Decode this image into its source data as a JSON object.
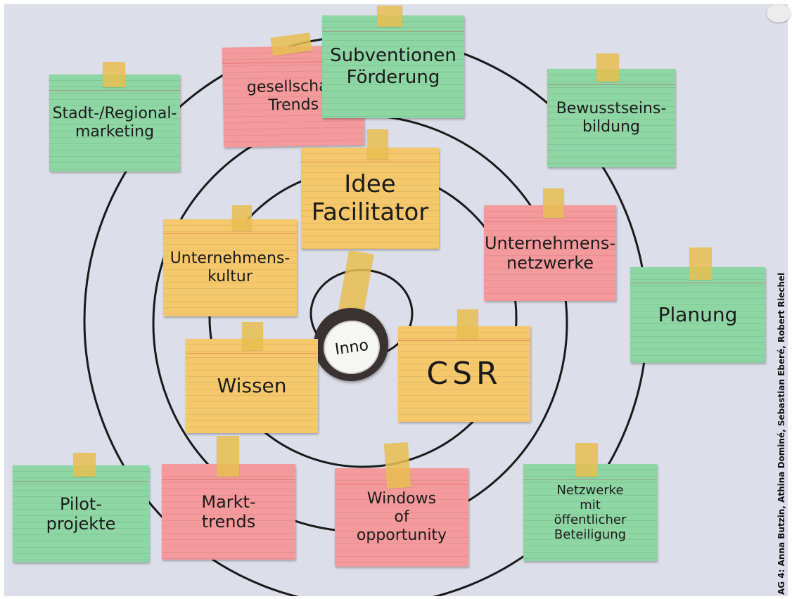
{
  "cards": {
    "stadt_marketing": "Stadt-/Regional-\nmarketing",
    "gesellschaft_trends": "gesellschaft\nTrends",
    "subventionen": "Subventionen\nFörderung",
    "bewusstseinsbildung": "Bewusstseins-\nbildung",
    "idee_facilitator": "Idee\nFacilitator",
    "unternehmenskultur": "Unternehmens-\nkultur",
    "unternehmensnetzwerke": "Unternehmens-\nnetzwerke",
    "planung": "Planung",
    "wissen": "Wissen",
    "csr": "CSR",
    "pilotprojekte": "Pilot-\nprojekte",
    "markttrends": "Markt-\ntrends",
    "windows": "Windows\nof\nopportunity",
    "netzwerke": "Netzwerke\nmit\nöffentlicher\nBeteiligung"
  },
  "center_label": "Inno",
  "credit": "AG 4: Anna Butzin, Athina Dominé, Sebastian Eberé, Robert Riechel",
  "colors": {
    "background": "#dcdee9",
    "card_green": "#8ed6a3",
    "card_pink": "#f59a9c",
    "card_orange": "#f5c86c",
    "tape": "#e8be50",
    "ring_stroke": "#1a1a1a"
  }
}
